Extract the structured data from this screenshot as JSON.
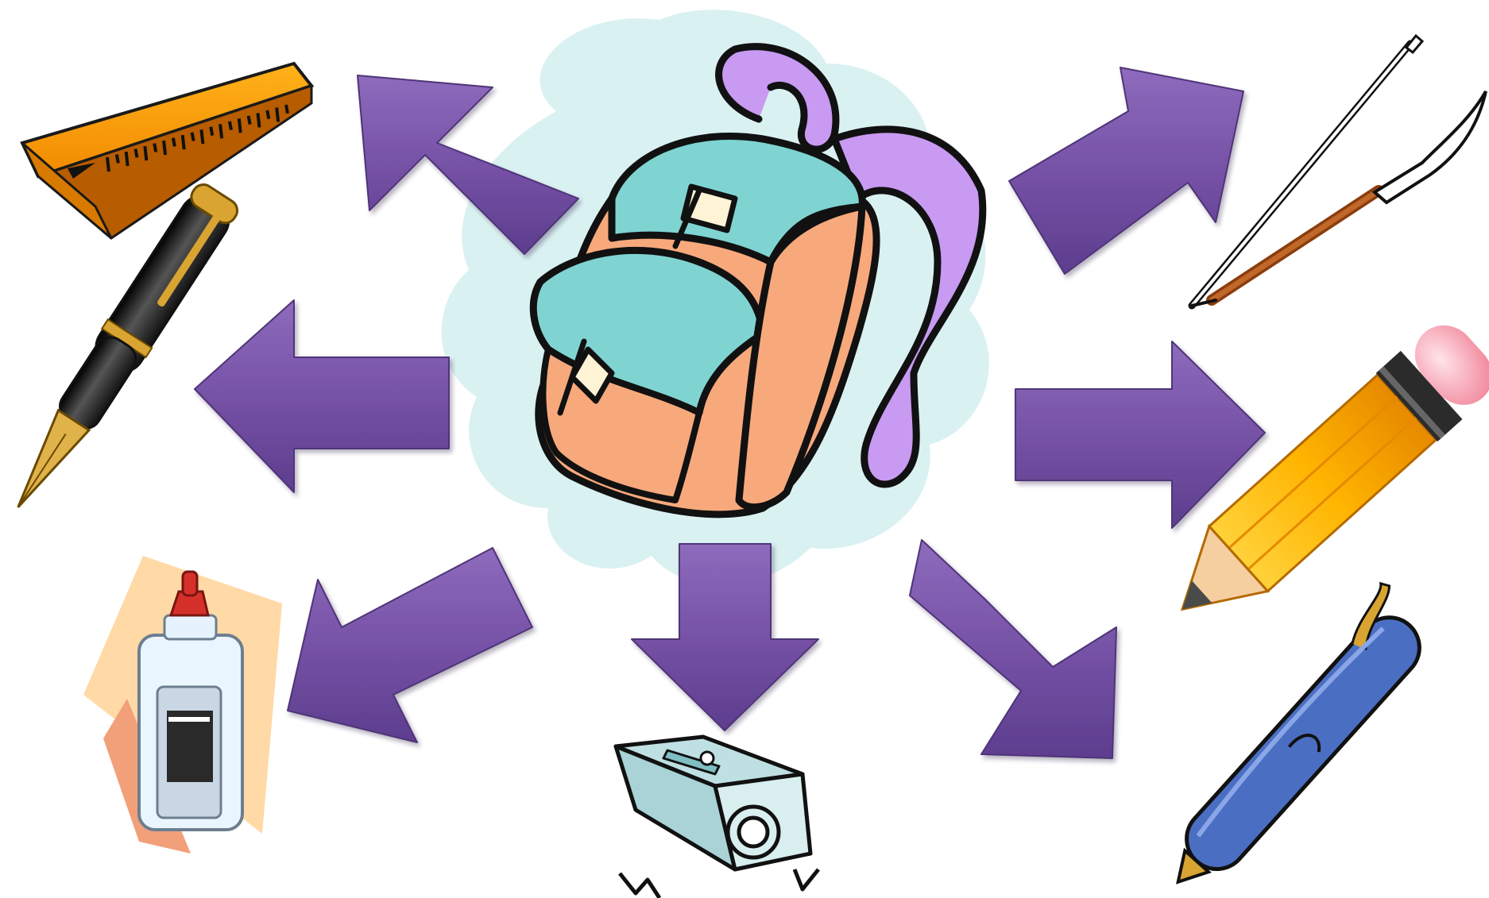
{
  "diagram": {
    "center": {
      "icon": "backpack-icon",
      "cloud_color": "#daf1f2"
    },
    "arrow_color": "#7c5aa6",
    "arrow_dark": "#4f3478",
    "items": [
      {
        "id": "ruler",
        "icon": "ruler-icon",
        "direction": "up-left"
      },
      {
        "id": "fountain-pen",
        "icon": "fountain-pen-icon",
        "direction": "left"
      },
      {
        "id": "glue",
        "icon": "glue-bottle-icon",
        "direction": "down-left"
      },
      {
        "id": "sharpener",
        "icon": "pencil-sharpener-icon",
        "direction": "down"
      },
      {
        "id": "ballpoint-pen",
        "icon": "ballpoint-pen-icon",
        "direction": "down-right"
      },
      {
        "id": "pencil",
        "icon": "pencil-icon",
        "direction": "right"
      },
      {
        "id": "paintbrushes",
        "icon": "paintbrushes-icon",
        "direction": "up-right"
      }
    ]
  }
}
